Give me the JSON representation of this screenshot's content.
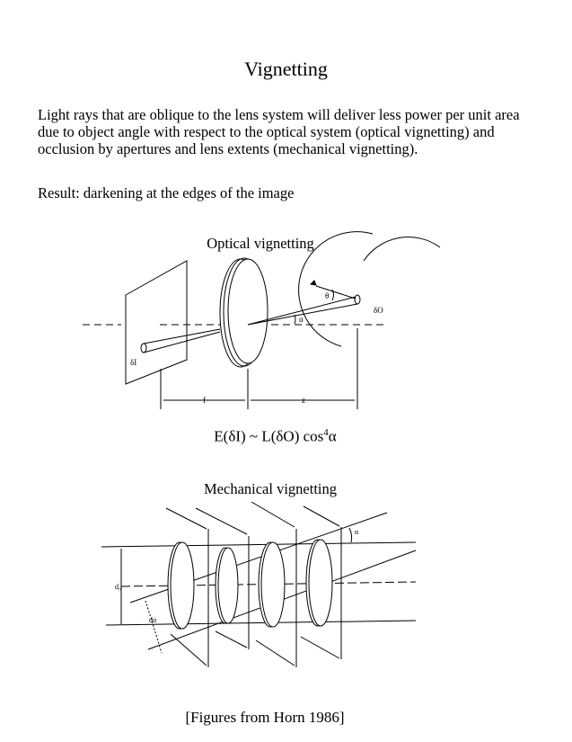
{
  "title": "Vignetting",
  "paragraph": "Light rays that are oblique to the lens system will deliver less power per unit area due to object angle with respect to the optical system (optical vignetting) and occlusion by apertures and lens extents (mechanical vignetting).",
  "result": "Result: darkening at the edges of the image",
  "optical": {
    "caption": "Optical vignetting",
    "labels": {
      "dI": "δI",
      "dO": "δO",
      "theta": "θ",
      "alpha": "α",
      "f": "f",
      "z": "z"
    },
    "formula_main": "E(δI) ~ L(δO) cos",
    "formula_exp": "4",
    "formula_end": "α"
  },
  "mechanical": {
    "caption": "Mechanical vignetting",
    "labels": {
      "d0": "d₀",
      "dalpha": "dα",
      "alpha": "α"
    }
  },
  "credit": "[Figures from Horn 1986]"
}
